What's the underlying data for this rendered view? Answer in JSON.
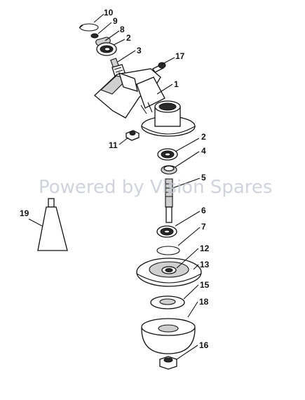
{
  "watermark": "Powered by Vision Spares",
  "callouts": {
    "c10": "10",
    "c9": "9",
    "c8": "8",
    "c2a": "2",
    "c3": "3",
    "c17": "17",
    "c1": "1",
    "c11": "11",
    "c2b": "2",
    "c4": "4",
    "c5": "5",
    "c19": "19",
    "c6": "6",
    "c7": "7",
    "c12": "12",
    "c13": "13",
    "c15": "15",
    "c18": "18",
    "c16": "16"
  }
}
